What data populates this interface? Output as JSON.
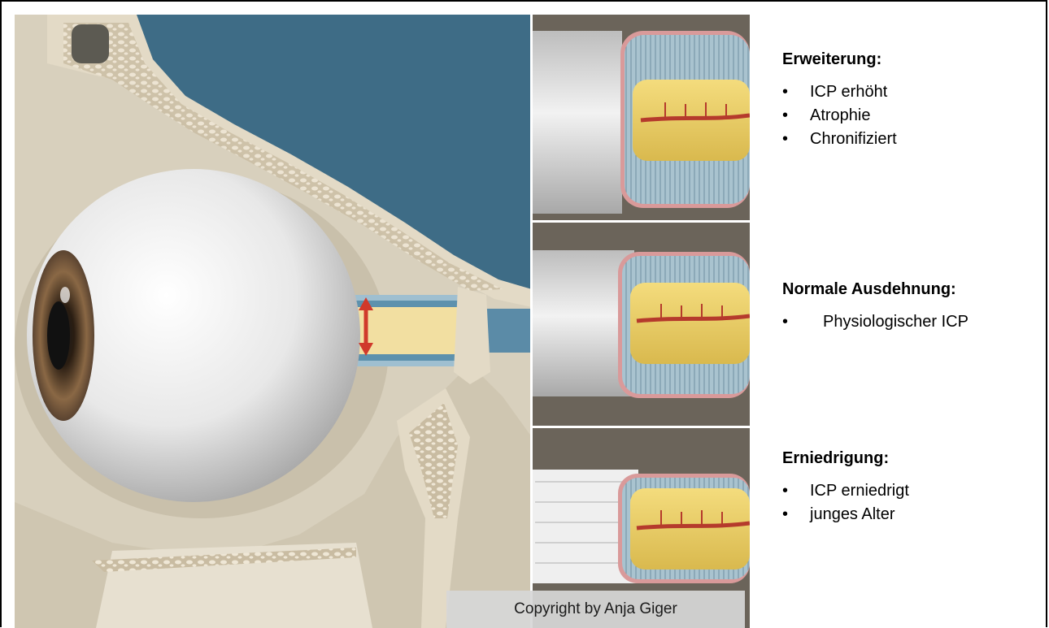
{
  "sections": [
    {
      "title": "Erweiterung:",
      "items": [
        "ICP erhöht",
        "Atrophie",
        "Chronifiziert"
      ]
    },
    {
      "title": "Normale Ausdehnung:",
      "items": [
        "Physiologischer ICP"
      ]
    },
    {
      "title": "Erniedrigung:",
      "items": [
        "ICP erniedrigt",
        "junges Alter"
      ]
    }
  ],
  "copyright": "Copyright by Anja Giger",
  "colors": {
    "sky": "#3e6c86",
    "bone": "#e3dac6",
    "sheath": "#7fb2c9",
    "nerve": "#f0d36a",
    "vessel": "#c0392b"
  }
}
